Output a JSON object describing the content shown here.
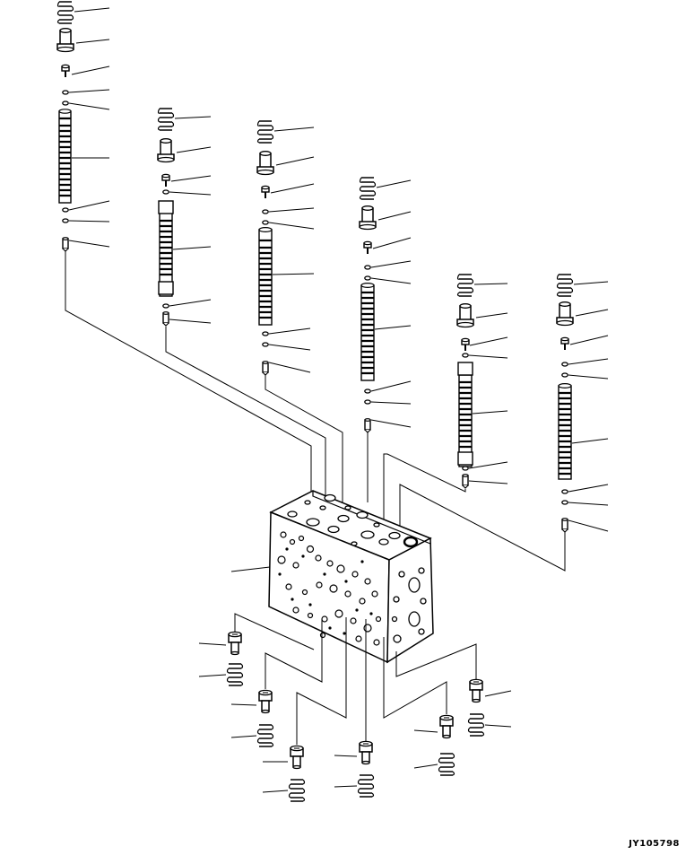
{
  "drawing_code": "JY105798",
  "colors": {
    "ink": "#000000",
    "paper": "#ffffff"
  },
  "assembly": {
    "main_part": "control-valve-body",
    "upper_spool_columns": 6,
    "lower_plug_spring_sets": 6,
    "column_parts": [
      "spring",
      "spring-seat",
      "bolt",
      "o-ring",
      "o-ring",
      "spool",
      "o-ring",
      "o-ring",
      "plug"
    ],
    "lower_set_parts": [
      "plug",
      "spring"
    ]
  }
}
